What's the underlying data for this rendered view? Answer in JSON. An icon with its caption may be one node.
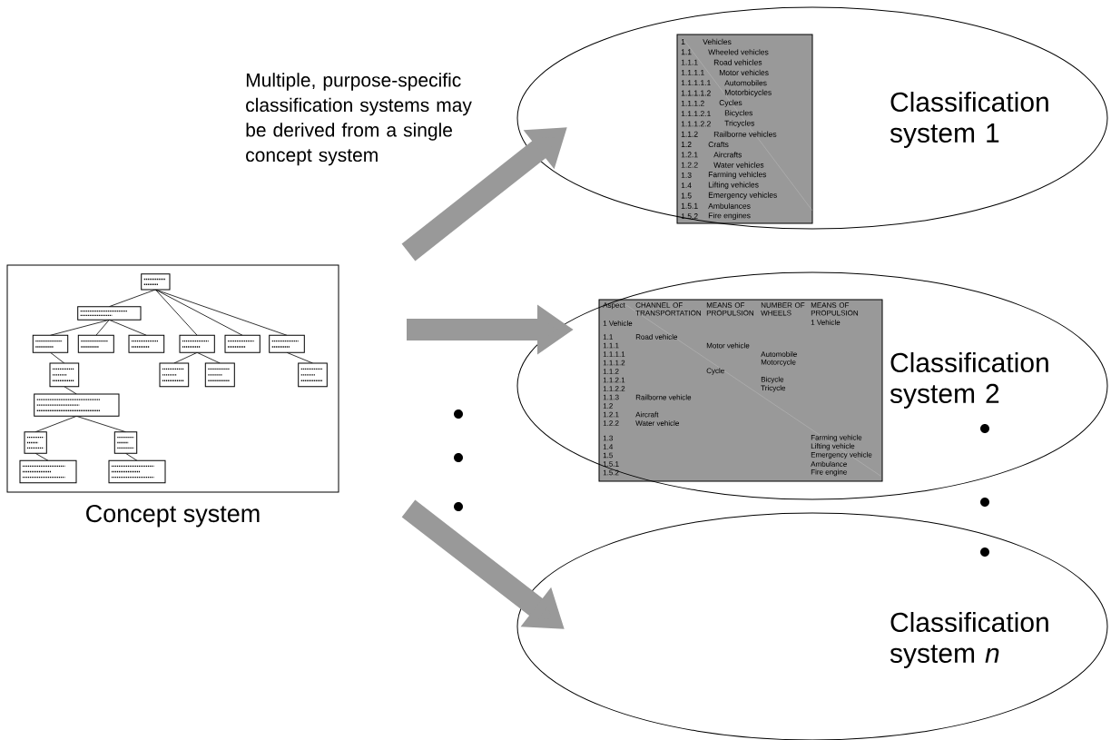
{
  "diagram": {
    "nodes": [
      {
        "text": [
          "Concept system"
        ]
      },
      {
        "text": [
          "Classification system 1"
        ]
      },
      {
        "text": [
          "Classification system 2"
        ]
      },
      {
        "text": [
          "Classification system *n*"
        ]
      }
    ],
    "edges": [
      {
        "from": null,
        "to": 1,
        "arrow": "to"
      },
      {
        "from": null,
        "to": 2,
        "arrow": "to"
      },
      {
        "from": null,
        "to": 3,
        "arrow": "to"
      }
    ],
    "labels": [
      "1",
      "Vehicles",
      "1.1",
      "Wheeled vehicles",
      "1.1.1",
      "Road vehicles",
      "1.1.1.1",
      "Motor vehicles",
      "1.1.1.1.1",
      "Automobiles",
      "1.1.1.1.2",
      "Motorbicycles",
      "1.1.1.2",
      "Cycles",
      "1.1.1.2.1",
      "Bicycles",
      "1.1.1.2.2",
      "Tricycles",
      "1.1.2",
      "Railborne vehicles",
      "1.2",
      "Crafts",
      "1.2.1",
      "Aircrafts",
      "1.2.2",
      "Water vehicles",
      "1.3",
      "Farming vehicles",
      "1.4",
      "Lifting vehicles",
      "1.5",
      "Emergency vehicles",
      "1.5.1",
      "Ambulances",
      "1.5.2",
      "Fire engines",
      "Multiple, purpose-specific classification systems may be derived from a single concept system",
      "Aspect",
      "CHANNEL OF TRANSPORTATION",
      "MEANS OF PROPULSION",
      "NUMBER OF WHEELS",
      "MEANS OF PROPULSION",
      "1 Vehicle",
      "1 Vehicle",
      "1.1",
      "Road vehicle",
      "1.1.1",
      "Motor vehicle",
      "1.1.1.1",
      "Automobile",
      "1.1.1.2",
      "Motorcycle",
      "1.1.2",
      "Cycle",
      "1.1.2.1",
      "Bicycle",
      "1.1.2.2",
      "Tricycle",
      "1.1.3",
      "Railborne vehicle",
      "1.2",
      "1.2.1",
      "Aircraft",
      "1.2.2",
      "Water vehicle",
      "1.3",
      "Farming vehicle",
      "1.4",
      "Lifting vehicle",
      "1.5",
      "Emergency vehicle",
      "1.5.1",
      "Ambulance",
      "1.5.2",
      "Fire engine"
    ]
  }
}
